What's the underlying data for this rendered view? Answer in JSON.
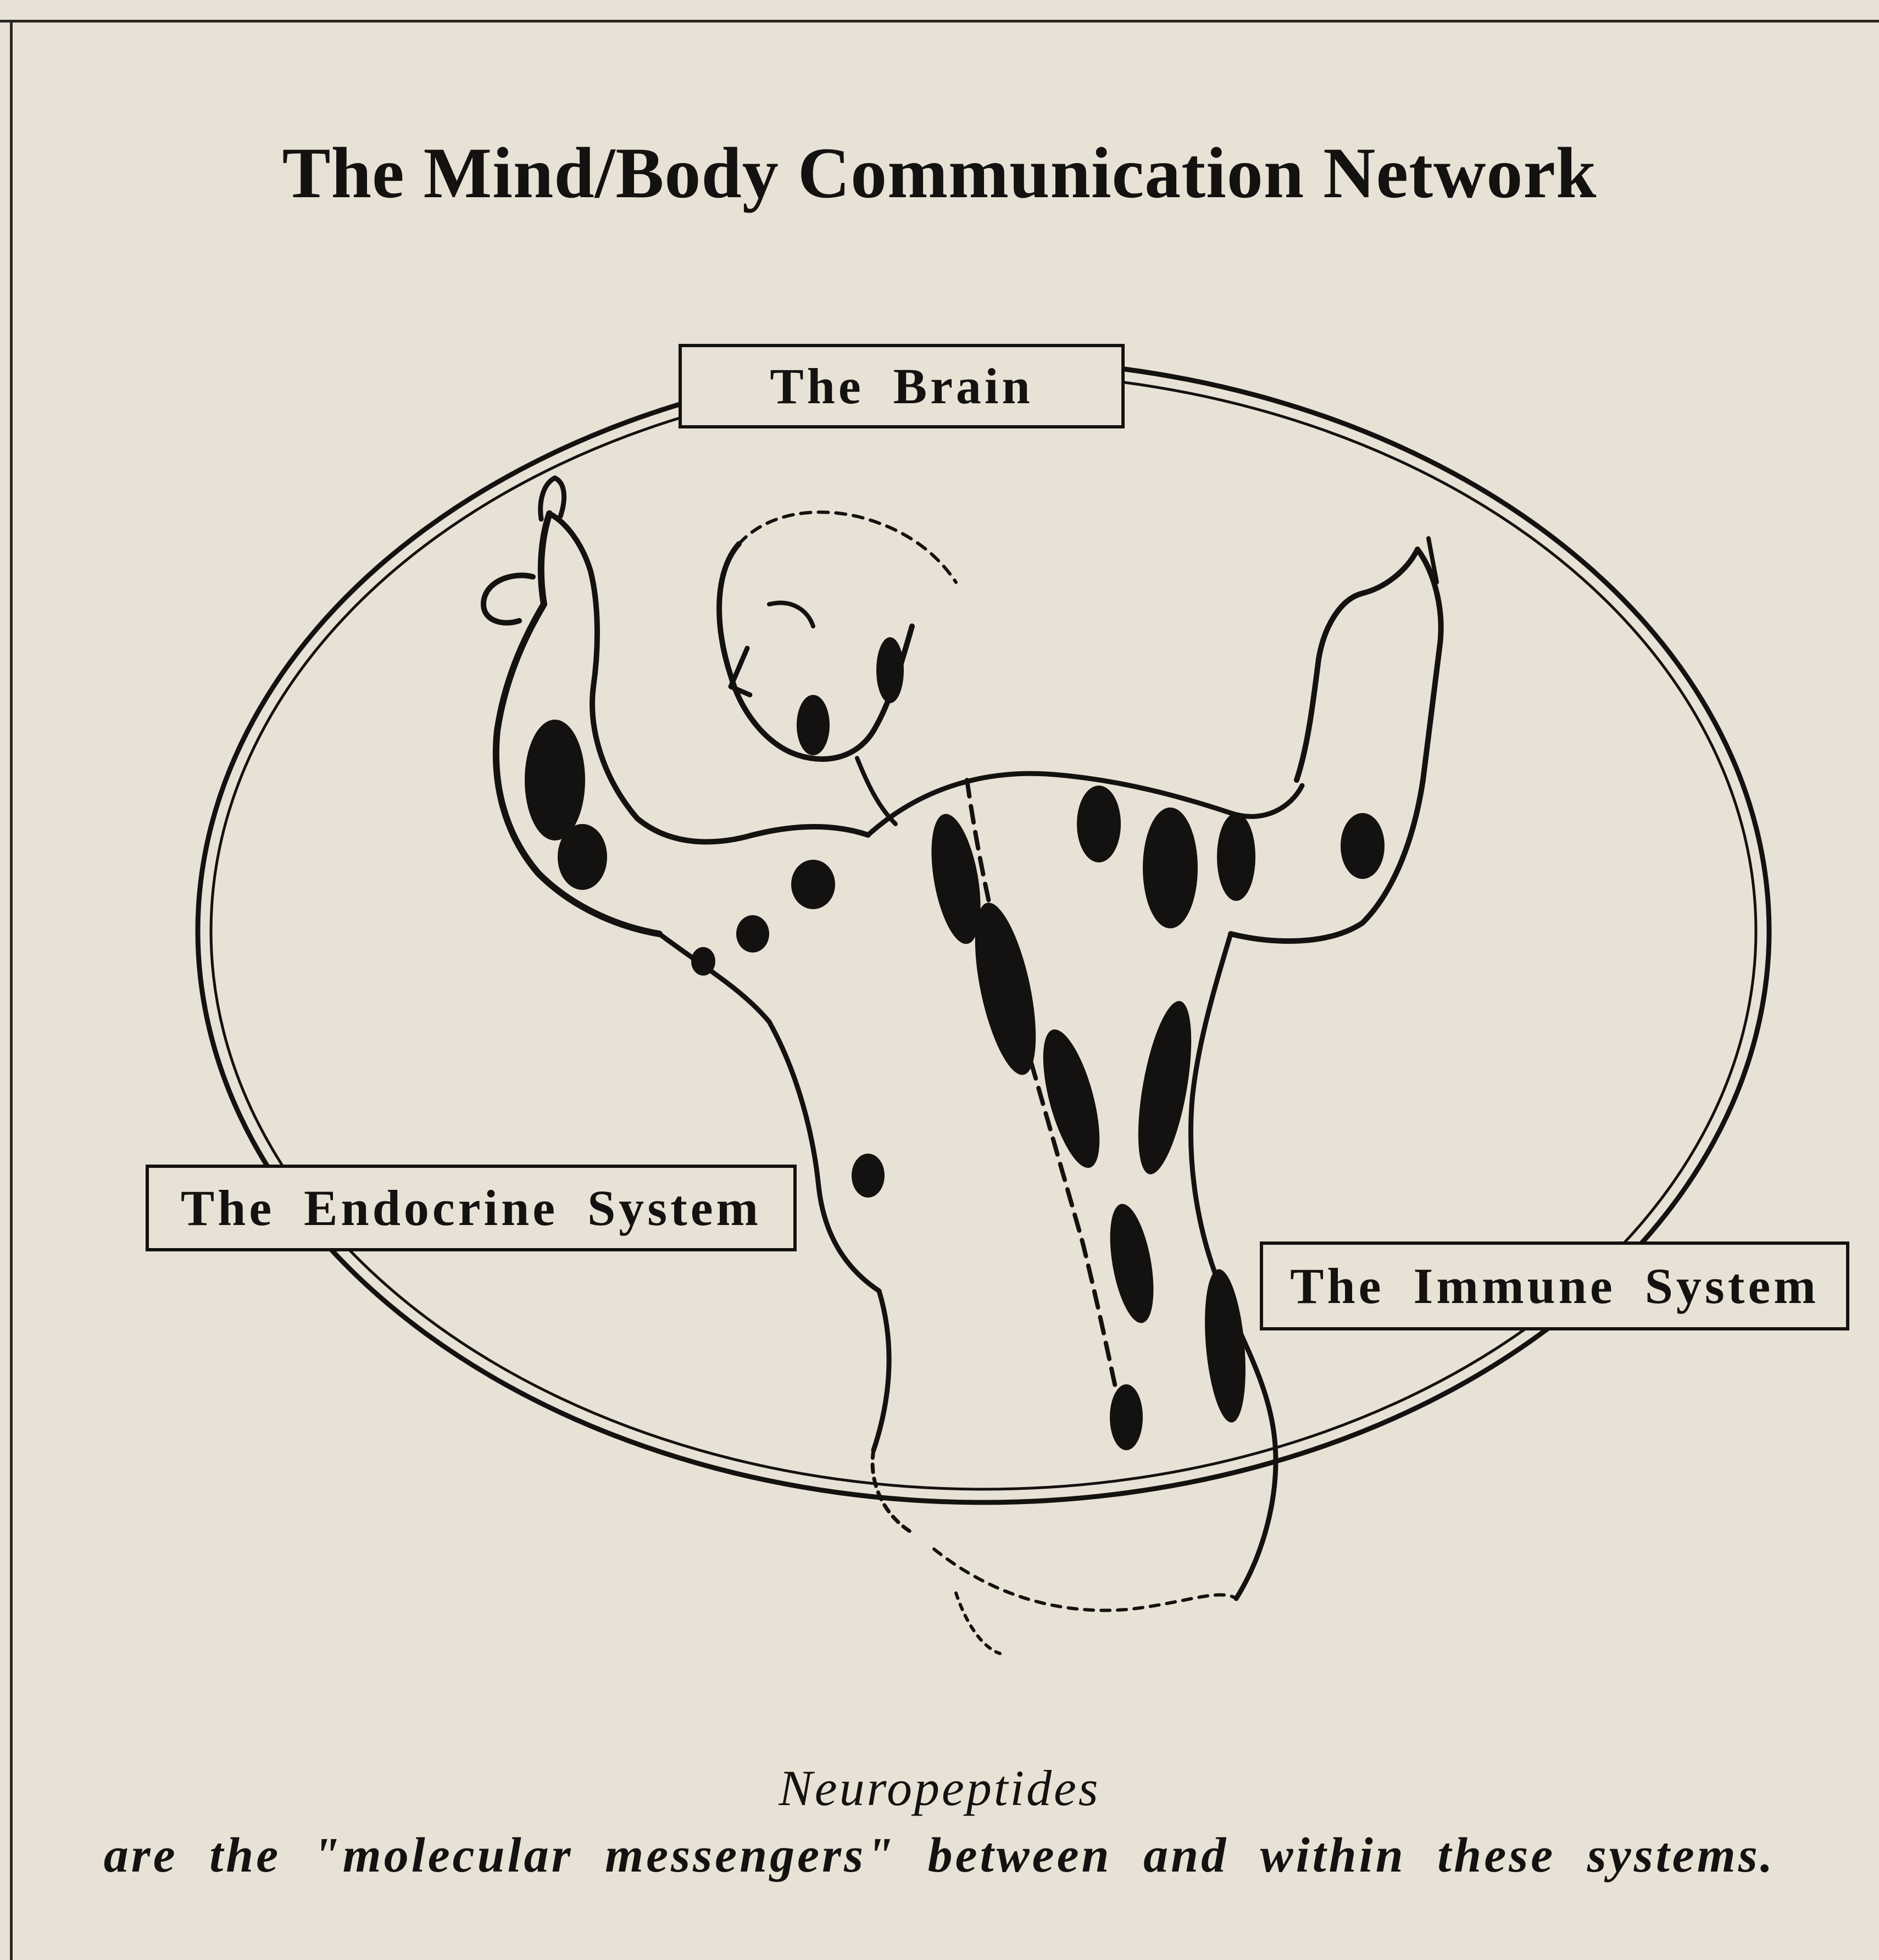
{
  "title": "The Mind/Body Communication Network",
  "labels": {
    "brain": "The Brain",
    "endocrine": "The Endocrine System",
    "immune": "The Immune System"
  },
  "caption": {
    "line1": "Neuropeptides",
    "line2": "are the \"molecular messengers\" between and within these systems."
  },
  "colors": {
    "paper": "#e8e2d6",
    "ink": "#141210"
  }
}
